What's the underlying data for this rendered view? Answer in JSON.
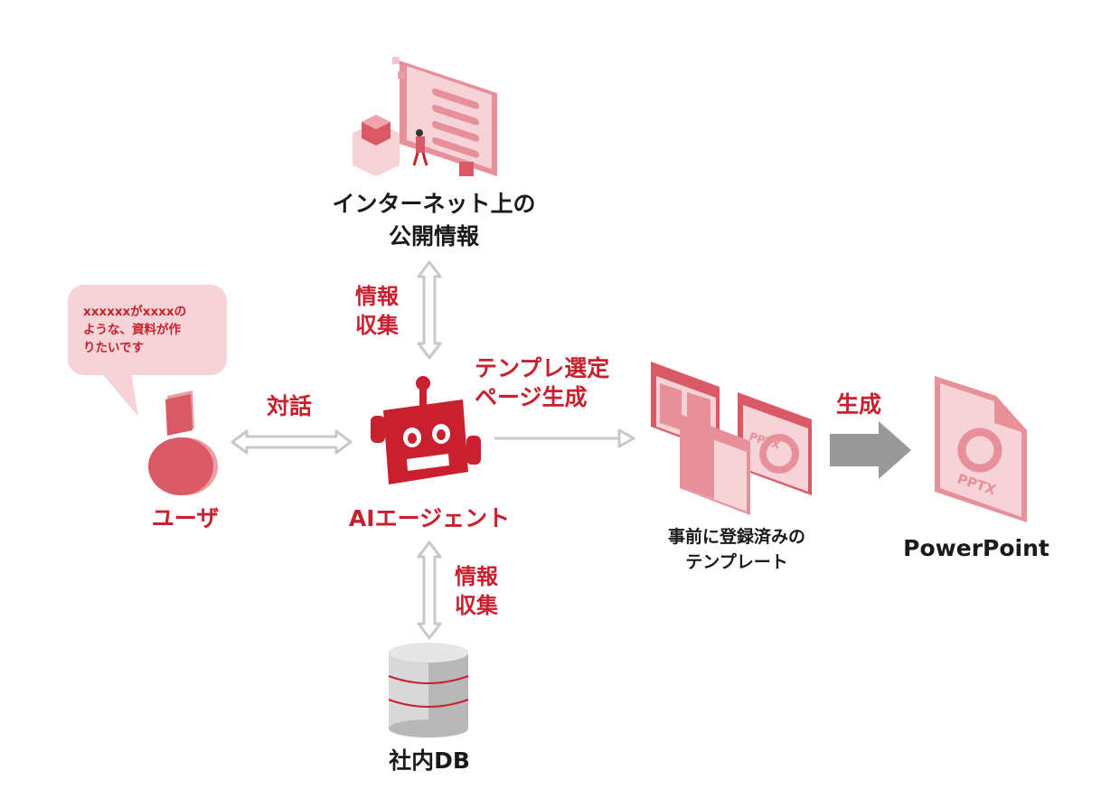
{
  "internet": {
    "line1": "インターネット上の",
    "line2": "公開情報"
  },
  "collect_top": {
    "line1": "情報",
    "line2": "収集"
  },
  "collect_bottom": {
    "line1": "情報",
    "line2": "収集"
  },
  "user": {
    "label": "ユーザ",
    "bubble_line1": "xxxxxxがxxxxの",
    "bubble_line2": "ような、資料が作",
    "bubble_line3": "りたいです"
  },
  "dialogue": {
    "label": "対話"
  },
  "agent": {
    "label": "AIエージェント"
  },
  "template_select": {
    "line1": "テンプレ選定",
    "line2": "ページ生成"
  },
  "templates": {
    "line1": "事前に登録済みの",
    "line2": "テンプレート",
    "card_text": "PPTX"
  },
  "generate": {
    "label": "生成"
  },
  "powerpoint": {
    "label": "PowerPoint",
    "file_text": "PPTX"
  },
  "db": {
    "label": "社内DB"
  },
  "colors": {
    "accent": "#c8202f",
    "pink": "#e8a0a6",
    "light_pink": "#f6d3d6",
    "arrow_gray": "#c8c8c8",
    "dark_gray": "#999999"
  }
}
